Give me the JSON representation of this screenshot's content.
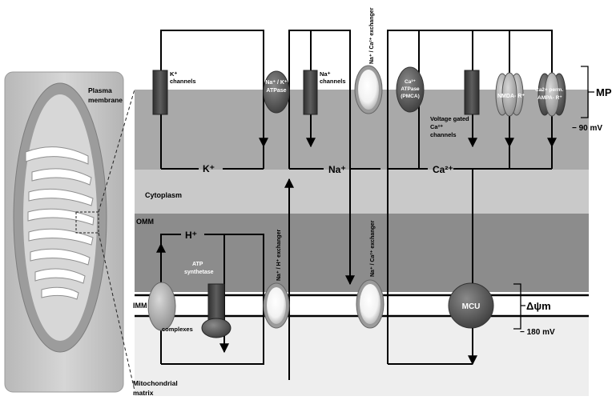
{
  "labels": {
    "plasma_membrane": [
      "Plasma",
      "membrane"
    ],
    "cytoplasm": "Cytoplasm",
    "omm": "OMM",
    "imm": "IMM",
    "matrix": [
      "Mitochondrial",
      "matrix"
    ],
    "mp": "MP",
    "mp_voltage": "− 90 mV",
    "delta_psi": "Δψm",
    "imm_voltage": "− 180 mV",
    "k_plus": "K⁺",
    "na_plus": "Na⁺",
    "ca_2plus": "Ca²⁺",
    "h_plus": "H⁺"
  },
  "components": {
    "k_channels": [
      "K⁺",
      "channels"
    ],
    "na_k_atpase": [
      "Na⁺ / K⁺",
      "ATPase"
    ],
    "na_channels": [
      "Na⁺",
      "channels"
    ],
    "na_ca_exchanger_pm": "Na⁺ / Ca²⁺ exchanger",
    "ca_atpase": [
      "Ca²⁺",
      "ATPase",
      "(PMCA)"
    ],
    "voltage_gated_ca": [
      "Voltage gated",
      "Ca²⁺",
      "channels"
    ],
    "nmda_r": "NMDA- R⁺",
    "ampa_r": [
      "Ca2+ perm.",
      "AMPA- R⁺"
    ],
    "atp_synthetase": [
      "ATP",
      "synthetase"
    ],
    "complexes": "complexes",
    "na_h_exchanger": "Na⁺ / H⁺ exchanger",
    "na_ca_exchanger_imm": "Na⁺ / Ca²⁺ exchanger",
    "mcu": "MCU"
  },
  "colors": {
    "membrane_band": "#a9a9a9",
    "cytoplasm": "#c9c9c9",
    "omm": "#8c8c8c",
    "matrix": "#eeeeee",
    "channel": "#4a4a4a",
    "pump": "#5a5a5a",
    "line": "#000000"
  }
}
